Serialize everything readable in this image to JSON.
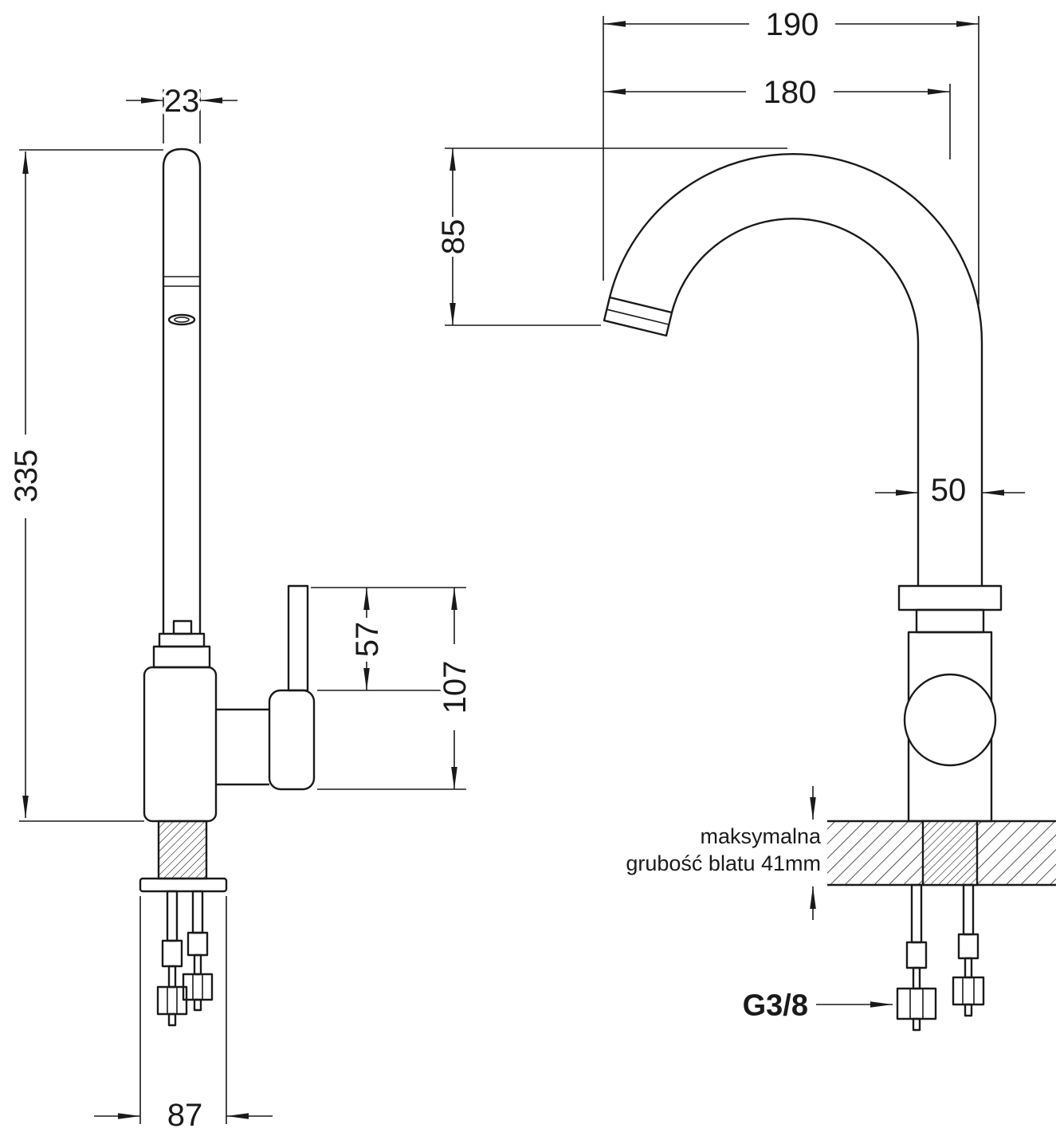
{
  "colors": {
    "ink": "#1a1a1a",
    "background": "#ffffff"
  },
  "views": {
    "side_view": {
      "dims": {
        "pipe_width": "23",
        "total_height": "335",
        "handle_length": "57",
        "handle_height": "107",
        "base_width": "87"
      }
    },
    "front_view": {
      "dims": {
        "spout_reach_outer": "190",
        "spout_reach": "180",
        "spout_drop": "85",
        "pipe_width": "50"
      },
      "countertop_note": {
        "line1": "maksymalna",
        "line2": "grubość blatu 41mm"
      },
      "connection_thread": "G3/8"
    }
  }
}
